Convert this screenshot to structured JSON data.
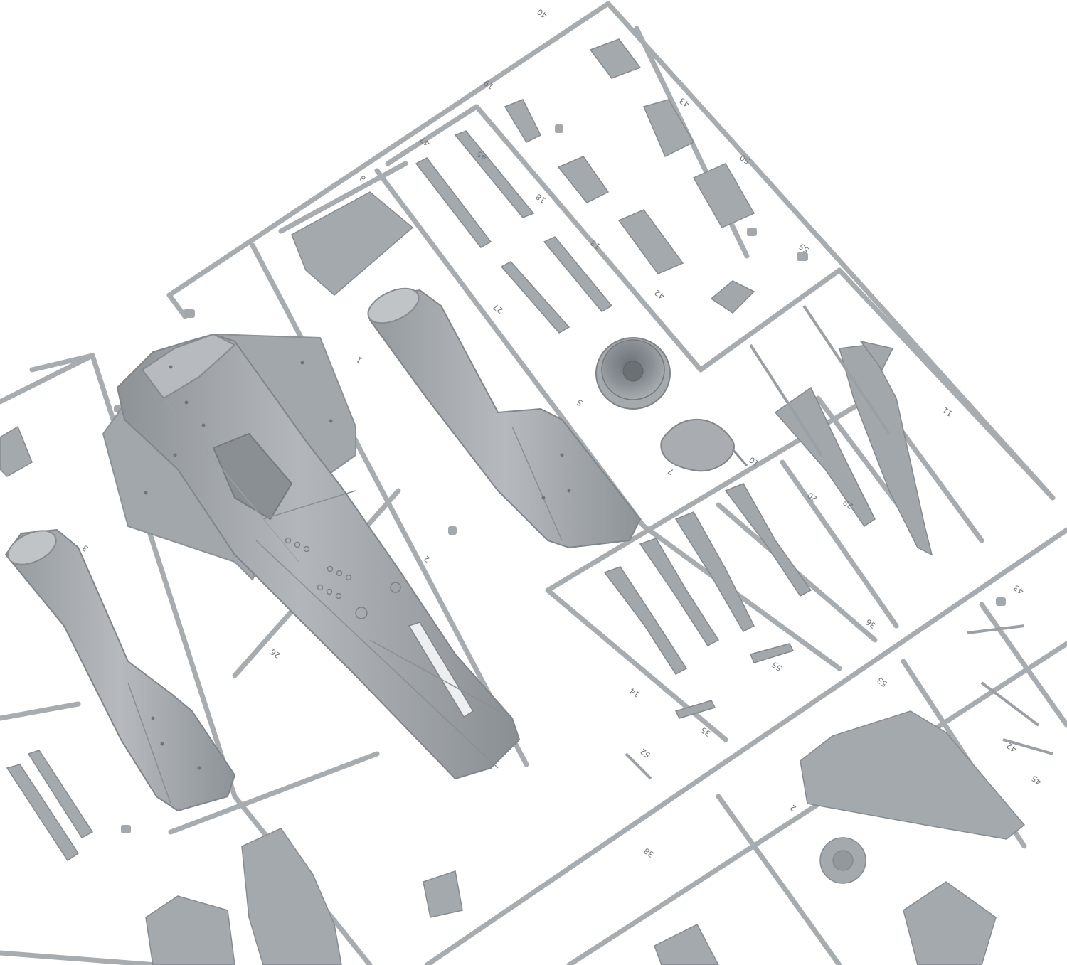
{
  "photo": {
    "subject": "plastic-model-sprue",
    "colors": {
      "background": "#ffffff",
      "plastic": "#9ea3a8",
      "plastic_light": "#b9bdc1",
      "plastic_dark": "#80868b",
      "runner": "#a7acb0",
      "label": "#6f7478"
    },
    "part_labels": [
      "40",
      "19",
      "47",
      "45",
      "13",
      "42",
      "27",
      "18",
      "8",
      "7",
      "5",
      "1",
      "2",
      "3",
      "26",
      "50",
      "43",
      "55",
      "11",
      "10",
      "20",
      "28",
      "36",
      "55",
      "35",
      "14",
      "52",
      "53",
      "45",
      "42",
      "43",
      "2",
      "38"
    ]
  }
}
